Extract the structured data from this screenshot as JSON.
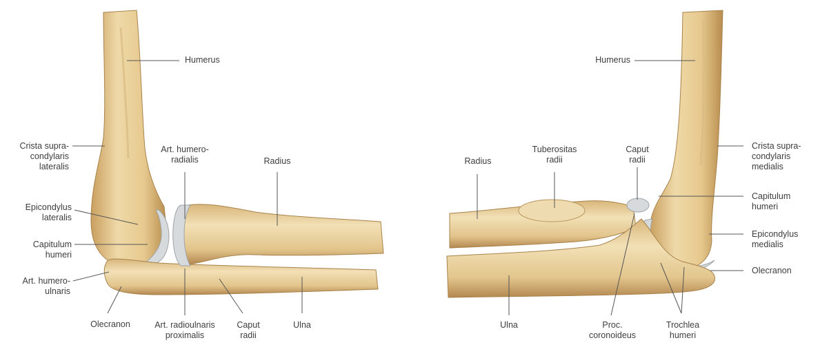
{
  "left_view": {
    "humerus": "Humerus",
    "crista": [
      "Crista supra-",
      "condylaris",
      "lateralis"
    ],
    "epicondylus": [
      "Epicondylus",
      "lateralis"
    ],
    "capitulum": [
      "Capitulum",
      "humeri"
    ],
    "art_hu": [
      "Art. humero-",
      "ulnaris"
    ],
    "olecranon": "Olecranon",
    "art_hr": [
      "Art. humero-",
      "radialis"
    ],
    "radius": "Radius",
    "art_ru": [
      "Art. radioulnaris",
      "proximalis"
    ],
    "caput": [
      "Caput",
      "radii"
    ],
    "ulna": "Ulna"
  },
  "right_view": {
    "humerus": "Humerus",
    "radius": "Radius",
    "tuberositas": [
      "Tuberositas",
      "radii"
    ],
    "caput": [
      "Caput",
      "radii"
    ],
    "crista": [
      "Crista supra-",
      "condylaris",
      "medialis"
    ],
    "capitulum": [
      "Capitulum",
      "humeri"
    ],
    "epicondylus": [
      "Epicondylus",
      "medialis"
    ],
    "olecranon": "Olecranon",
    "ulna": "Ulna",
    "proc": [
      "Proc.",
      "coronoideus"
    ],
    "trochlea": [
      "Trochlea",
      "humeri"
    ]
  },
  "colors": {
    "bone": "#e8cf9a",
    "bone_shade": "#c9a56a",
    "cartilage": "#d9dde0",
    "leader": "#555555"
  }
}
